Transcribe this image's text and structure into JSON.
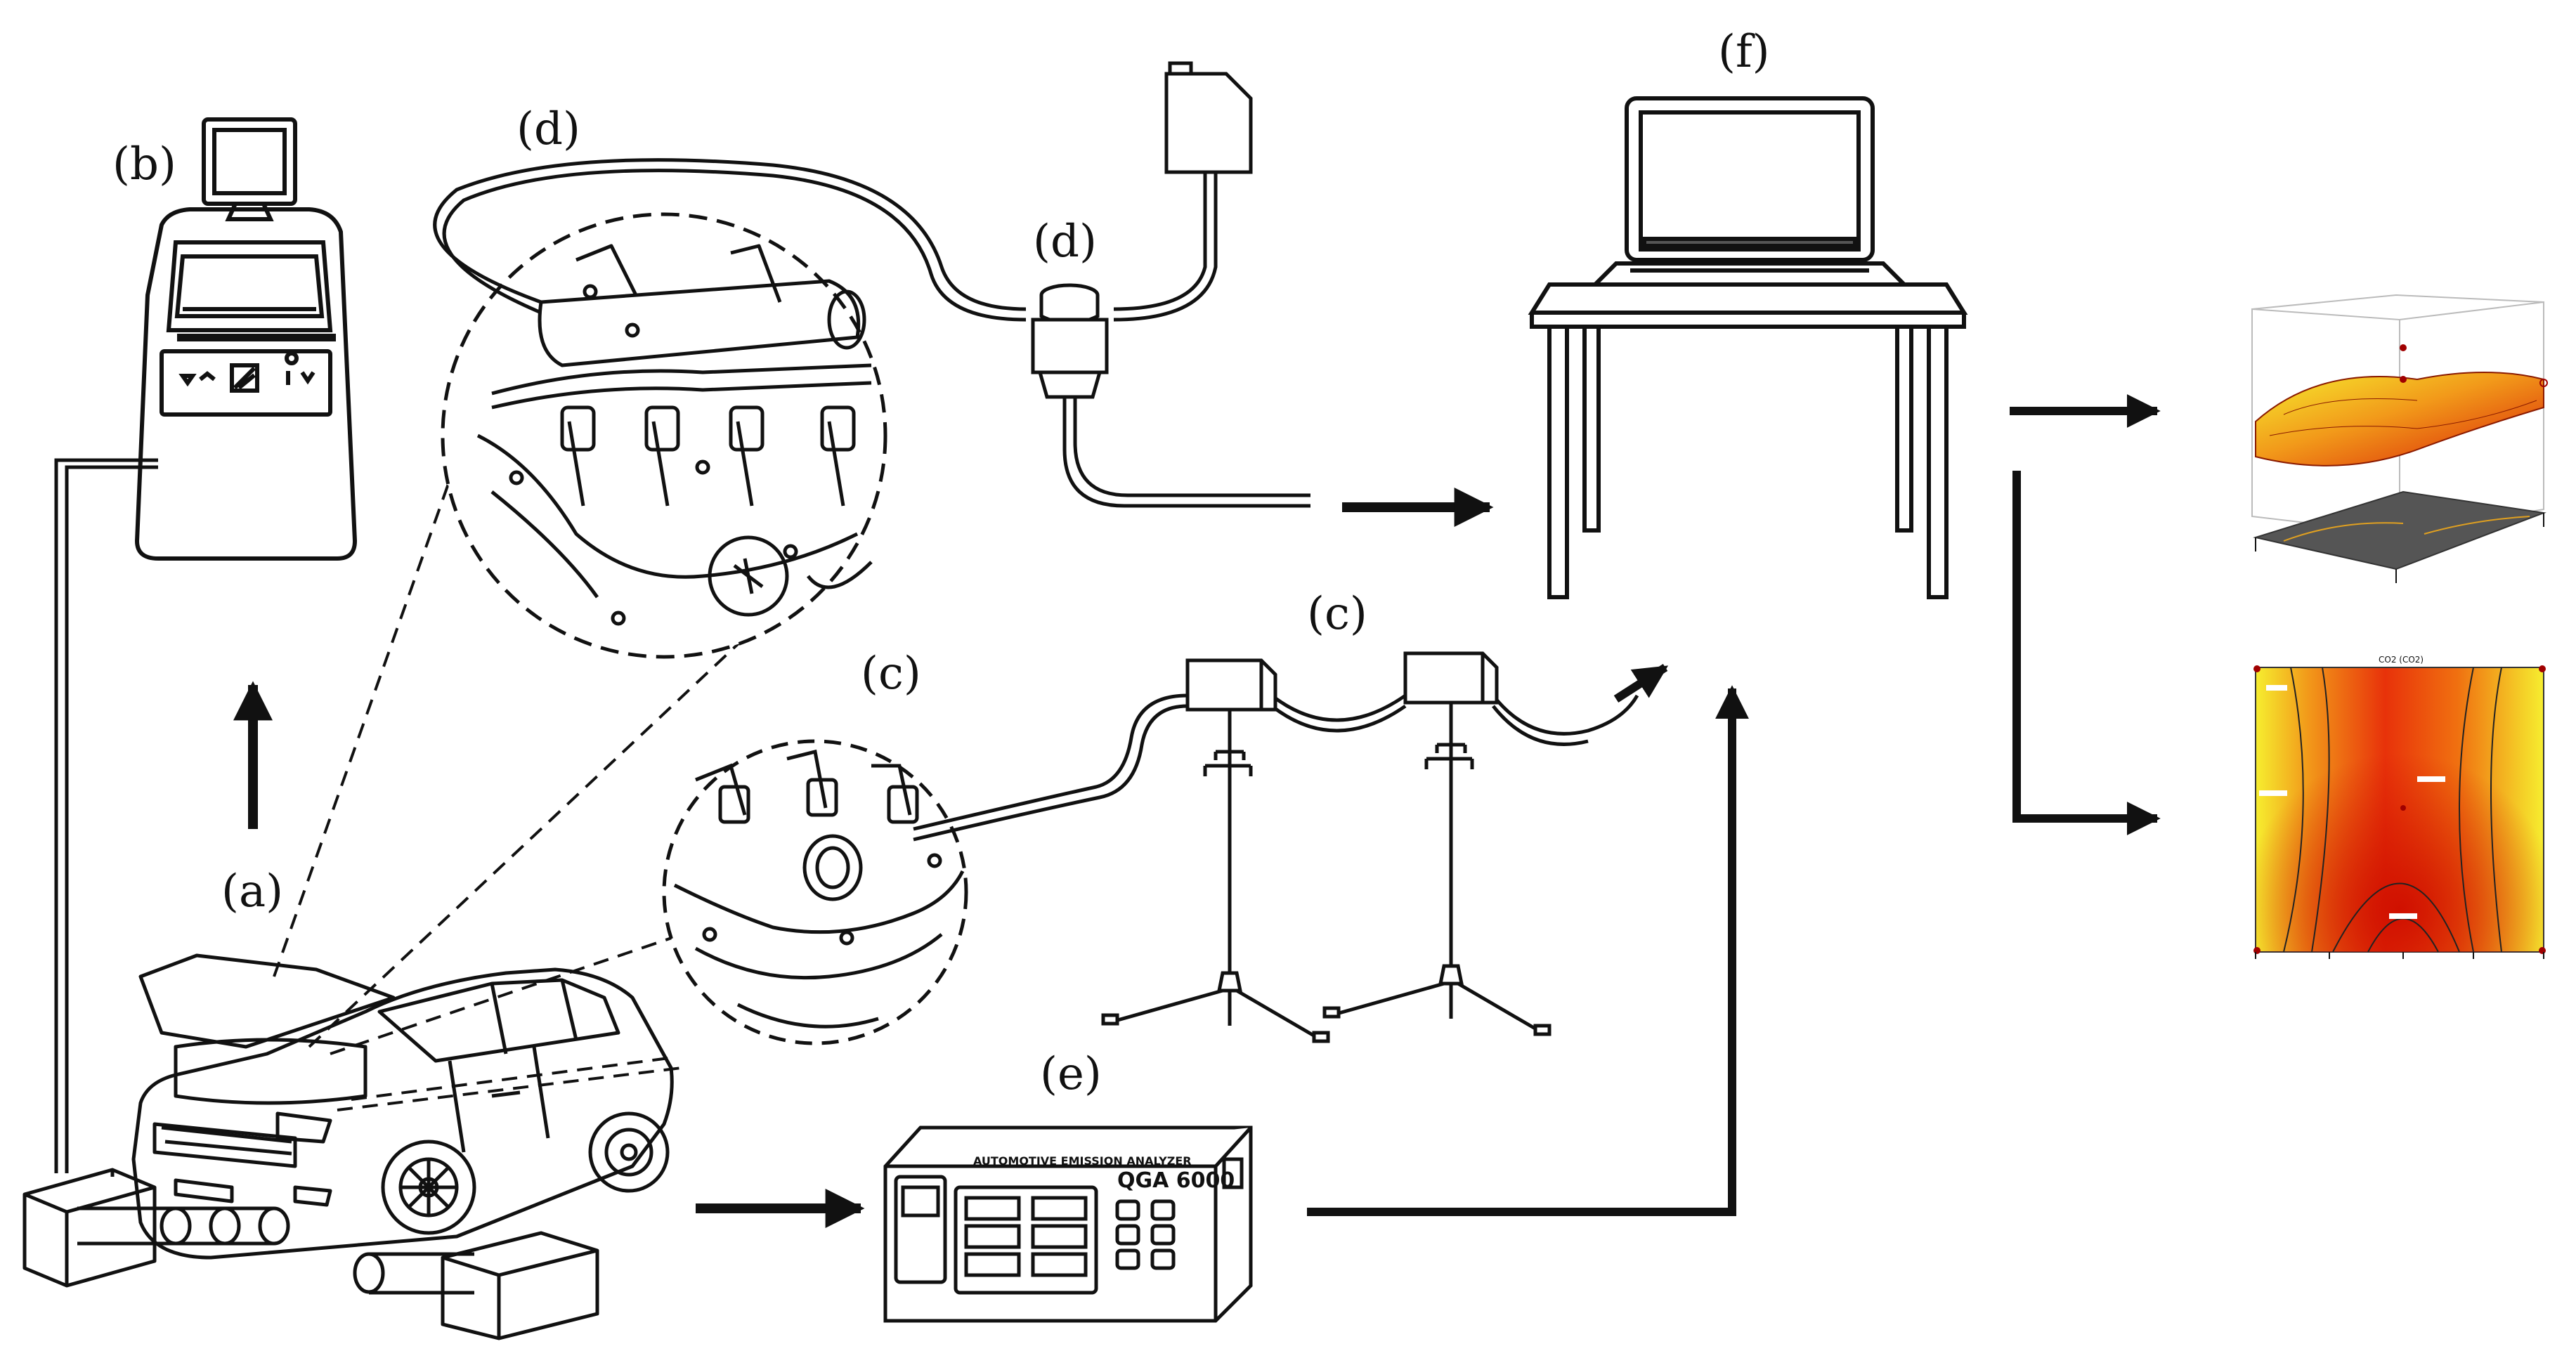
{
  "labels": {
    "a": "(a)",
    "b": "(b)",
    "c_zoom": "(c)",
    "c_tubes": "(c)",
    "d_zoom": "(d)",
    "d_filter": "(d)",
    "e": "(e)",
    "f": "(f)"
  },
  "analyzer": {
    "brand": "AUTOMOTIVE EMISSION ANALYZER",
    "model": "QGA 6000"
  },
  "plots": {
    "contour_title": "CO2 (CO2)"
  },
  "colors": {
    "ink": "#111111",
    "surface_hot": "#d81e05",
    "surface_mid": "#f29a1a",
    "surface_cool": "#f6ee2f",
    "contour_base": "#555555"
  }
}
